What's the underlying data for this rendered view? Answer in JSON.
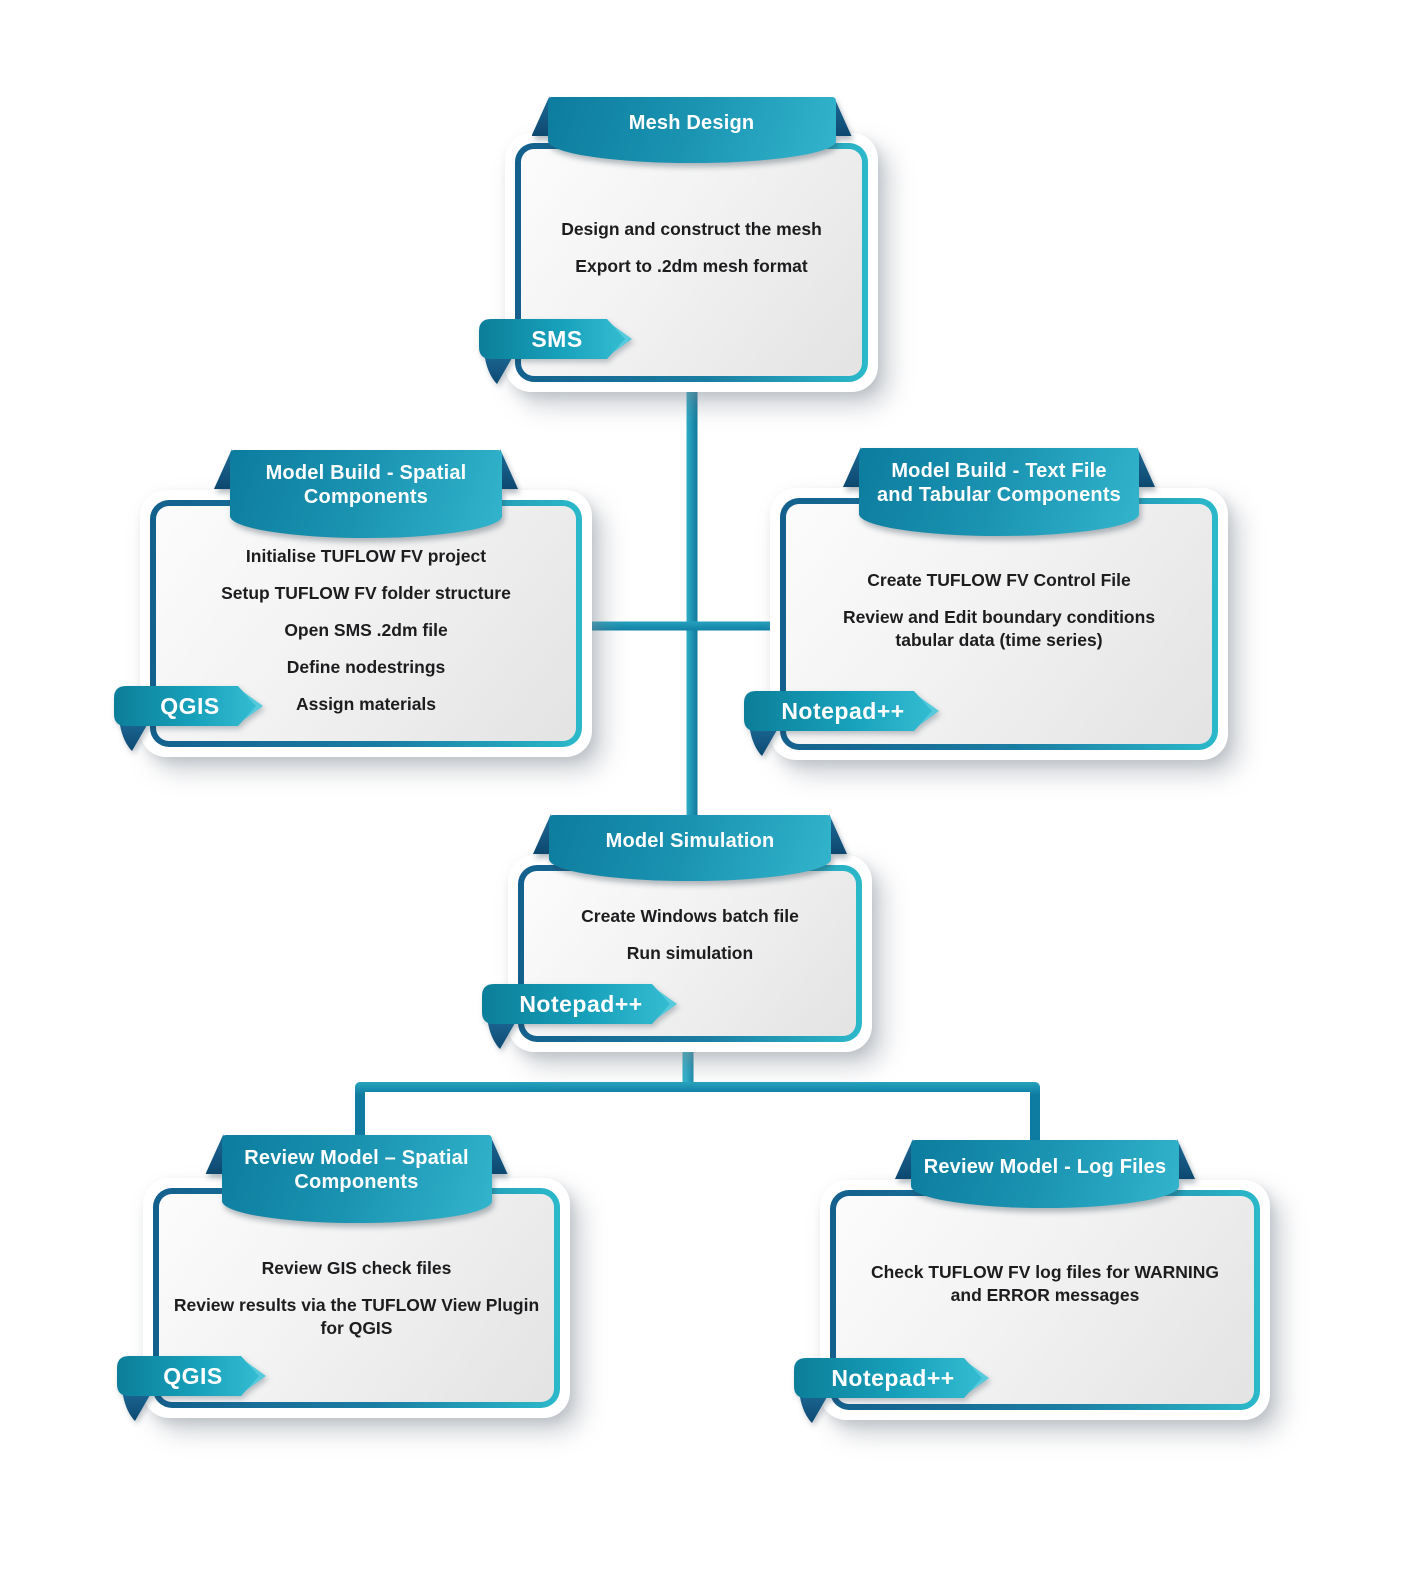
{
  "diagram": {
    "subject": "TUFLOW FV modelling workflow",
    "palette": {
      "banner_teal_dark": "#0d7c9e",
      "banner_teal_light": "#33b5cd",
      "fold_navy": "#0d486f",
      "border_blue": "#14608d",
      "border_teal": "#2bb9ca",
      "connector_teal": "#15829f",
      "card_fill": "#eeeeee",
      "text_dark": "#1d1d1f",
      "text_white": "#ffffff"
    }
  },
  "boxes": [
    {
      "id": "mesh-design",
      "title": "Mesh Design",
      "paragraphs": [
        "Design and construct the mesh",
        "Export to .2dm mesh format"
      ],
      "tag": "SMS"
    },
    {
      "id": "model-build-spatial",
      "title": "Model Build - Spatial\nComponents",
      "paragraphs": [
        "Initialise TUFLOW FV project",
        "Setup TUFLOW FV folder structure",
        "Open SMS .2dm file",
        "Define nodestrings",
        "Assign materials"
      ],
      "tag": "QGIS"
    },
    {
      "id": "model-build-text-tabular",
      "title": "Model Build - Text File\nand Tabular Components",
      "paragraphs": [
        "Create TUFLOW FV Control File",
        "Review and Edit boundary conditions\ntabular data (time series)"
      ],
      "tag": "Notepad++"
    },
    {
      "id": "model-simulation",
      "title": "Model Simulation",
      "paragraphs": [
        "Create Windows batch file",
        "Run simulation"
      ],
      "tag": "Notepad++"
    },
    {
      "id": "review-model-spatial",
      "title": "Review Model – Spatial\nComponents",
      "paragraphs": [
        "Review GIS check files",
        "Review results via the TUFLOW View Plugin\nfor QGIS"
      ],
      "tag": "QGIS"
    },
    {
      "id": "review-model-log-files",
      "title": "Review Model - Log Files",
      "paragraphs": [
        "Check TUFLOW FV log files for WARNING\nand ERROR messages"
      ],
      "tag": "Notepad++"
    }
  ]
}
